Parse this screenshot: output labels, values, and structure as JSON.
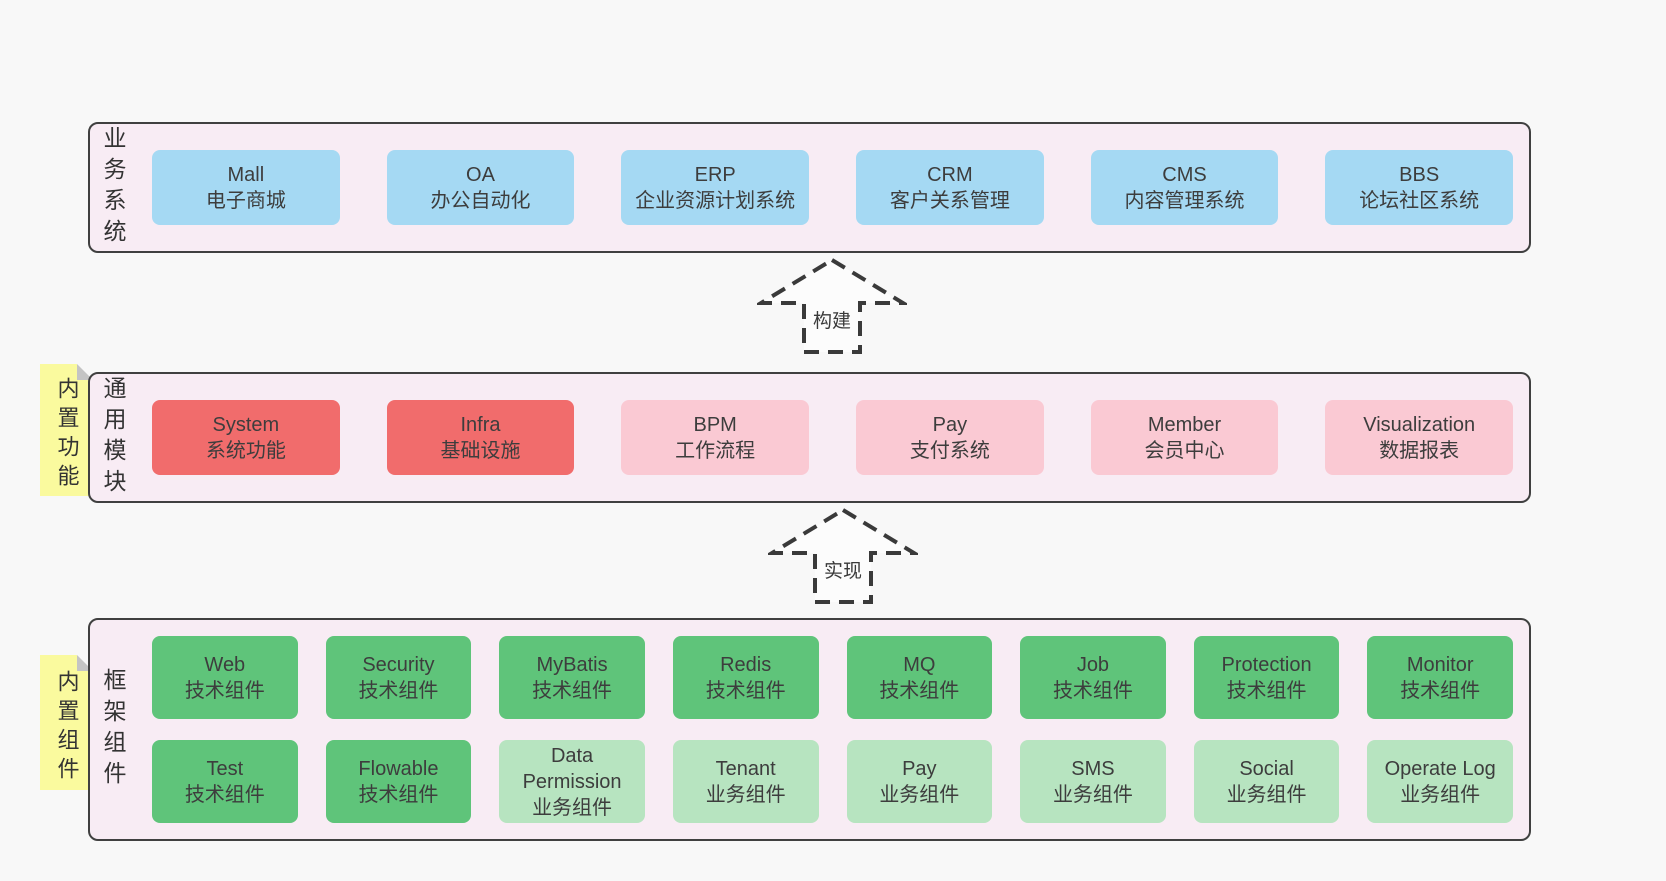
{
  "colors": {
    "page_bg": "#f8f8f8",
    "section_bg": "#f8ecf4",
    "section_border": "#404040",
    "blue_box": "#a5d9f3",
    "red_box": "#f16c6c",
    "pink_box": "#fac9d3",
    "green_box": "#5fc47a",
    "light_green_box": "#b7e4c0",
    "sticky_yellow": "#fafa9e",
    "text": "#3d3d3d"
  },
  "sections": [
    {
      "name": "business-systems",
      "side_label": "业务系统",
      "sticky": null,
      "rows": [
        [
          {
            "title": "Mall",
            "subtitle": "电子商城"
          },
          {
            "title": "OA",
            "subtitle": "办公自动化"
          },
          {
            "title": "ERP",
            "subtitle": "企业资源计划系统"
          },
          {
            "title": "CRM",
            "subtitle": "客户关系管理"
          },
          {
            "title": "CMS",
            "subtitle": "内容管理系统"
          },
          {
            "title": "BBS",
            "subtitle": "论坛社区系统"
          }
        ]
      ]
    },
    {
      "name": "common-modules",
      "side_label": "通用模块",
      "sticky": "内置功能",
      "rows": [
        [
          {
            "title": "System",
            "subtitle": "系统功能"
          },
          {
            "title": "Infra",
            "subtitle": "基础设施"
          },
          {
            "title": "BPM",
            "subtitle": "工作流程"
          },
          {
            "title": "Pay",
            "subtitle": "支付系统"
          },
          {
            "title": "Member",
            "subtitle": "会员中心"
          },
          {
            "title": "Visualization",
            "subtitle": "数据报表"
          }
        ]
      ]
    },
    {
      "name": "framework-components",
      "side_label": "框架组件",
      "sticky": "内置组件",
      "rows": [
        [
          {
            "title": "Web",
            "subtitle": "技术组件"
          },
          {
            "title": "Security",
            "subtitle": "技术组件"
          },
          {
            "title": "MyBatis",
            "subtitle": "技术组件"
          },
          {
            "title": "Redis",
            "subtitle": "技术组件"
          },
          {
            "title": "MQ",
            "subtitle": "技术组件"
          },
          {
            "title": "Job",
            "subtitle": "技术组件"
          },
          {
            "title": "Protection",
            "subtitle": "技术组件"
          },
          {
            "title": "Monitor",
            "subtitle": "技术组件"
          }
        ],
        [
          {
            "title": "Test",
            "subtitle": "技术组件"
          },
          {
            "title": "Flowable",
            "subtitle": "技术组件"
          },
          {
            "title": "Data Permission",
            "subtitle": "业务组件"
          },
          {
            "title": "Tenant",
            "subtitle": "业务组件"
          },
          {
            "title": "Pay",
            "subtitle": "业务组件"
          },
          {
            "title": "SMS",
            "subtitle": "业务组件"
          },
          {
            "title": "Social",
            "subtitle": "业务组件"
          },
          {
            "title": "Operate Log",
            "subtitle": "业务组件"
          }
        ]
      ]
    }
  ],
  "arrows": [
    {
      "label": "构建"
    },
    {
      "label": "实现"
    }
  ]
}
